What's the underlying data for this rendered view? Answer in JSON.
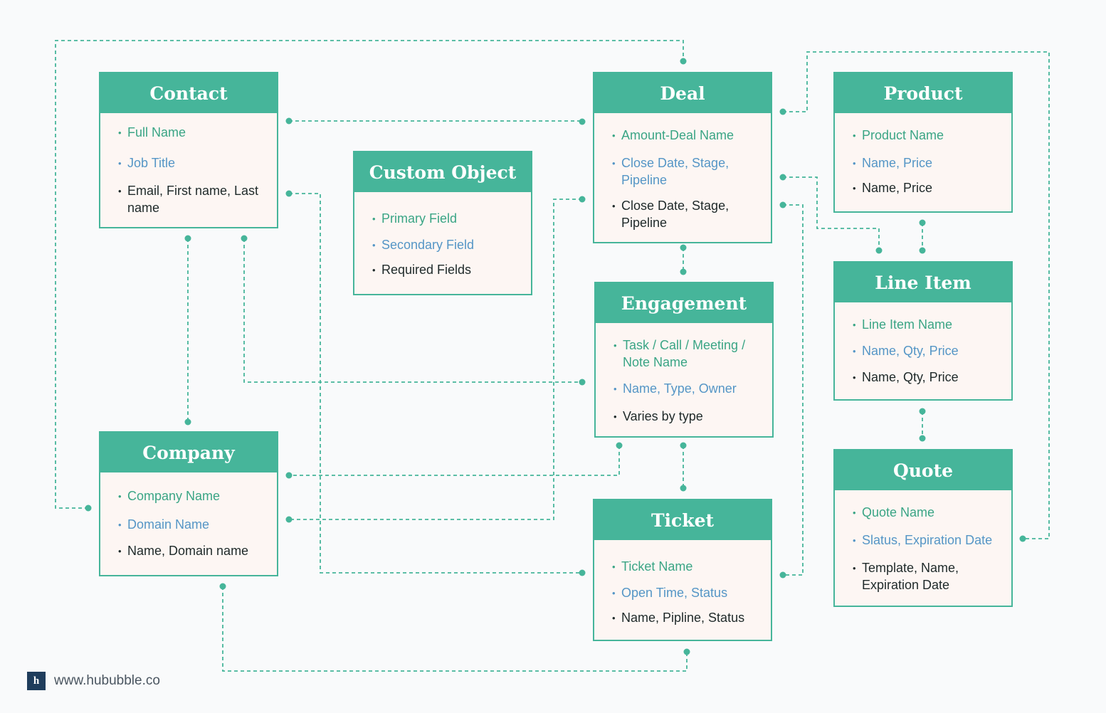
{
  "colors": {
    "header": "#46b59a",
    "box_fill": "#fdf6f3",
    "primary_text": "#3aa585",
    "secondary_text": "#5596c6",
    "required_text": "#1f2a2a",
    "connector": "#46b59a"
  },
  "objects": {
    "contact": {
      "title": "Contact",
      "primary": "Full Name",
      "secondary": "Job Title",
      "required": "Email, First name, Last name"
    },
    "custom_object": {
      "title": "Custom Object",
      "primary": "Primary Field",
      "secondary": "Secondary Field",
      "required": "Required Fields"
    },
    "deal": {
      "title": "Deal",
      "primary": "Amount-Deal Name",
      "secondary": "Close Date, Stage, Pipeline",
      "required": "Close Date, Stage, Pipeline"
    },
    "product": {
      "title": "Product",
      "primary": "Product Name",
      "secondary": "Name, Price",
      "required": "Name, Price"
    },
    "engagement": {
      "title": "Engagement",
      "primary": "Task / Call / Meeting / Note Name",
      "secondary": "Name, Type, Owner",
      "required": "Varies by type"
    },
    "line_item": {
      "title": "Line Item",
      "primary": "Line Item Name",
      "secondary": "Name, Qty, Price",
      "required": "Name, Qty, Price"
    },
    "company": {
      "title": "Company",
      "primary": "Company Name",
      "secondary": "Domain Name",
      "required": "Name, Domain name"
    },
    "ticket": {
      "title": "Ticket",
      "primary": "Ticket Name",
      "secondary": "Open Time, Status",
      "required": "Name, Pipline, Status"
    },
    "quote": {
      "title": "Quote",
      "primary": "Quote Name",
      "secondary": "Slatus, Expiration Date",
      "required": "Template, Name, Expiration Date"
    }
  },
  "footer": {
    "logo_glyph": "h",
    "website": "www.hububble.co"
  }
}
